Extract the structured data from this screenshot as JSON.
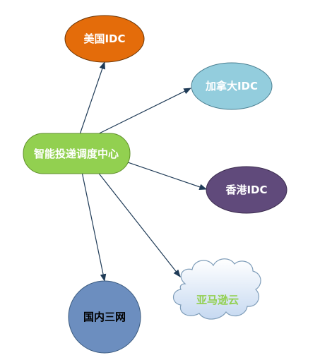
{
  "diagram": {
    "hub": {
      "label": "智能投递调度中心",
      "fill": "#92d050",
      "text_color": "#ffffff"
    },
    "nodes": [
      {
        "id": "usa",
        "label": "美国IDC",
        "fill": "#e46c0a",
        "text_color": "#ffffff"
      },
      {
        "id": "canada",
        "label": "加拿大IDC",
        "fill": "#93cddd",
        "text_color": "#ffffff"
      },
      {
        "id": "hongkong",
        "label": "香港IDC",
        "fill": "#604a7b",
        "text_color": "#ffffff"
      },
      {
        "id": "aws",
        "label": "亚马逊云",
        "fill": "#dbe5f1",
        "text_color": "#92d050"
      },
      {
        "id": "domestic",
        "label": "国内三网",
        "fill": "#6c8ebf",
        "text_color": "#000000"
      }
    ],
    "edge_color": "#1f3b57"
  }
}
